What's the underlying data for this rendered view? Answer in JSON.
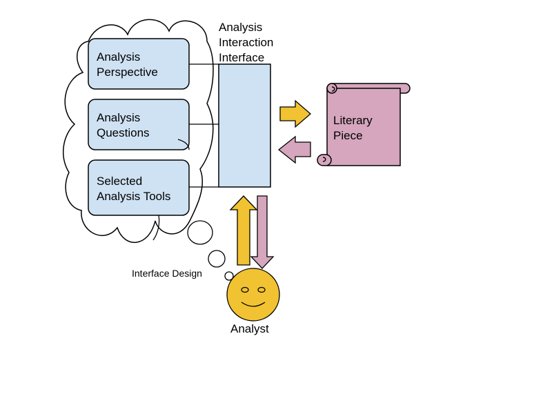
{
  "boxes": {
    "perspective": [
      "Analysis",
      "Perspective"
    ],
    "questions": [
      "Analysis",
      "Questions"
    ],
    "tools": [
      "Selected",
      "Analysis Tools"
    ]
  },
  "interface_label": [
    "Analysis",
    "Interaction",
    "Interface"
  ],
  "literary_piece": [
    "Literary",
    "Piece"
  ],
  "thought_label": "Interface Design",
  "analyst_label": "Analyst",
  "colors": {
    "box_fill": "#cfe2f3",
    "scroll_fill": "#d5a6bd",
    "arrow_yellow": "#f1c232",
    "arrow_pink": "#d5a6bd",
    "face_fill": "#f1c232",
    "stroke": "#000000"
  },
  "icons": {
    "cloud": "thought-cloud-icon",
    "scroll": "scroll-icon",
    "face": "smiley-face-icon"
  }
}
